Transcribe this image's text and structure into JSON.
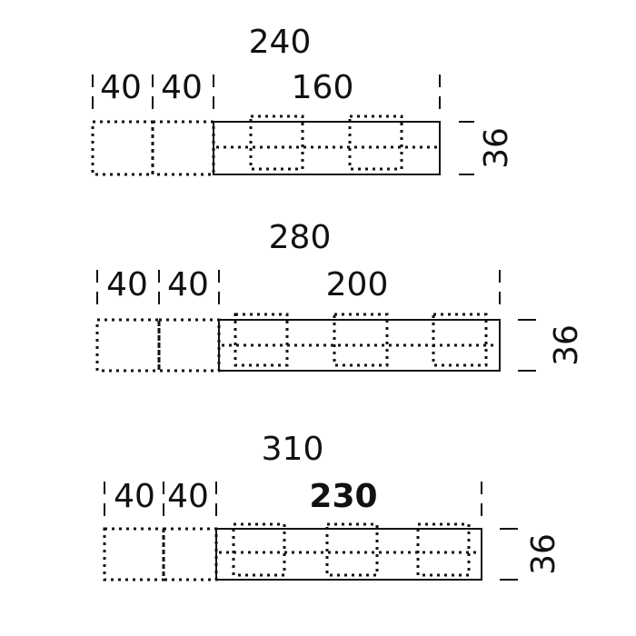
{
  "configurations": [
    {
      "total": "240",
      "segments": [
        "40",
        "40",
        "160"
      ],
      "height": "36"
    },
    {
      "total": "280",
      "segments": [
        "40",
        "40",
        "200"
      ],
      "height": "36"
    },
    {
      "total": "310",
      "segments": [
        "40",
        "40",
        "230"
      ],
      "height": "36"
    }
  ]
}
